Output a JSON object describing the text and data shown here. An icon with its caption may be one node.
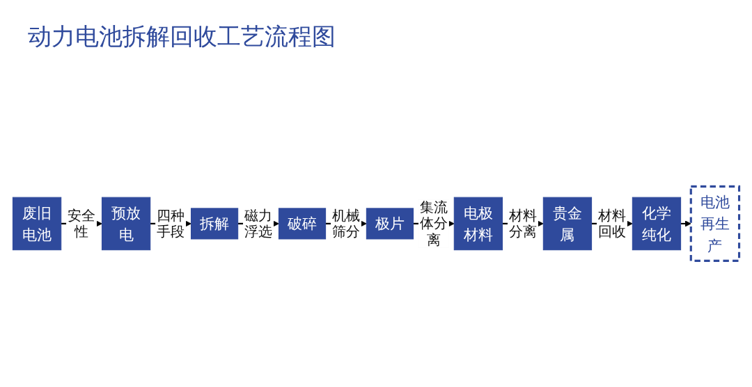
{
  "diagram": {
    "title": "动力电池拆解回收工艺流程图",
    "nodes": [
      {
        "text": [
          "废旧电池"
        ]
      },
      {
        "text": [
          "预放电"
        ]
      },
      {
        "text": [
          "拆解"
        ]
      },
      {
        "text": [
          "破碎"
        ]
      },
      {
        "text": [
          "极片"
        ]
      },
      {
        "text": [
          "电极材料"
        ]
      },
      {
        "text": [
          "贵金属"
        ]
      },
      {
        "text": [
          "化学纯化"
        ]
      },
      {
        "text": [
          "电池再生产"
        ]
      }
    ],
    "edges": [
      {
        "from": 0,
        "to": 1,
        "arrow": "to",
        "label": "安全性"
      },
      {
        "from": 1,
        "to": 2,
        "arrow": "to",
        "label": "四种手段"
      },
      {
        "from": 2,
        "to": 3,
        "arrow": "to",
        "label": "磁力浮选"
      },
      {
        "from": 3,
        "to": 4,
        "arrow": "to",
        "label": "机械筛分"
      },
      {
        "from": 4,
        "to": 5,
        "arrow": "to",
        "label": "集流体分离"
      },
      {
        "from": 5,
        "to": 6,
        "arrow": "to",
        "label": "材料分离"
      },
      {
        "from": 6,
        "to": 7,
        "arrow": "to",
        "label": "材料回收"
      },
      {
        "from": 7,
        "to": 8,
        "arrow": "to"
      }
    ]
  }
}
